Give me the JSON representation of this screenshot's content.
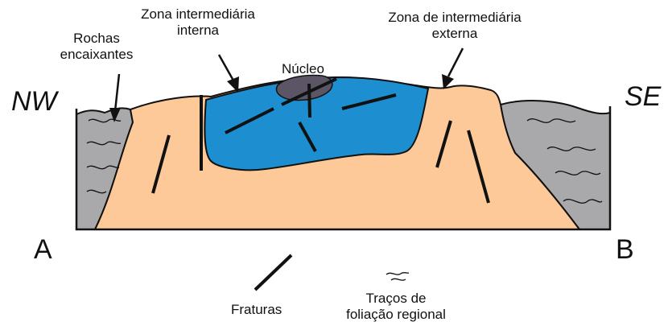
{
  "orientation": {
    "left": "NW",
    "right": "SE"
  },
  "section_ends": {
    "left": "A",
    "right": "B"
  },
  "labels": {
    "host_rocks": [
      "Rochas",
      "encaixantes"
    ],
    "inner_intermediate": [
      "Zona intermediária",
      "interna"
    ],
    "core": "Núcleo",
    "outer_intermediate": [
      "Zona de intermediária",
      "externa"
    ]
  },
  "legend": {
    "fractures": "Fraturas",
    "foliation": [
      "Traços de",
      "foliação regional"
    ]
  },
  "colors": {
    "host_rock": "#a9a9ab",
    "intermediate_outer": "#fdc998",
    "intermediate_inner": "#1d8fd0",
    "core": "#5b5566",
    "line": "#111111"
  }
}
